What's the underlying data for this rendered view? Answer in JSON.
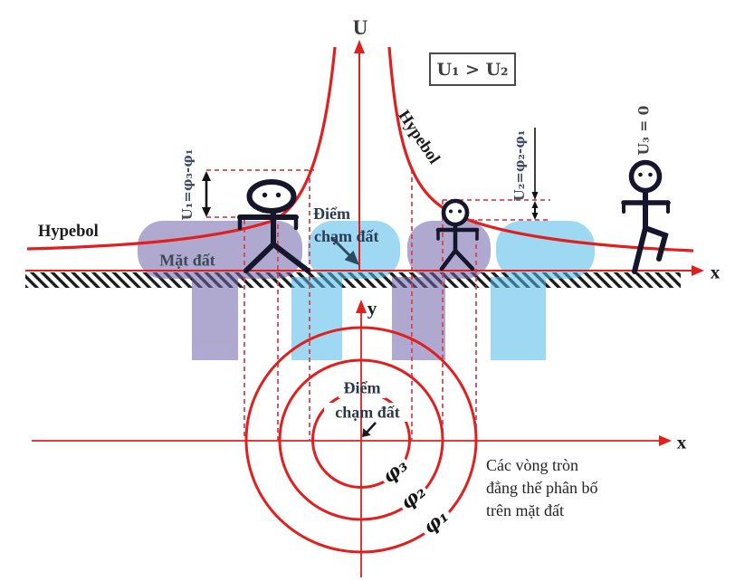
{
  "colors": {
    "curve_red": "#e01f1f",
    "dash_red": "#cf4753",
    "figure_ink": "#15152b",
    "slate_text": "#2c3c58",
    "arrow_teal": "#2c4a5e",
    "watermark_purple": "#6f63ab",
    "watermark_blue": "#4fb9e8"
  },
  "top_diagram": {
    "u_axis_label": "U",
    "x_axis_label": "x",
    "hyperbola_label_left": "Hypebol",
    "hyperbola_label_right": "Hypebol",
    "ground_label": "Mặt đất",
    "touch_point_label_line1": "Điểm",
    "touch_point_label_line2": "chạm đất",
    "u1_annotation": "U₁=φ₃-φ₁",
    "u2_annotation": "U₂=φ₂-φ₁",
    "u3_annotation": "U₃ = 0",
    "inequality": "U₁ > U₂"
  },
  "bottom_diagram": {
    "y_axis_label": "y",
    "x_axis_label": "x",
    "touch_point_label_line1": "Điểm",
    "touch_point_label_line2": "chạm đất",
    "equipotential_labels": [
      "φ₃",
      "φ₂",
      "φ₁"
    ],
    "caption_line1": "Các vòng tròn",
    "caption_line2": "đẳng thế phân bố",
    "caption_line3": "trên mặt đất"
  }
}
